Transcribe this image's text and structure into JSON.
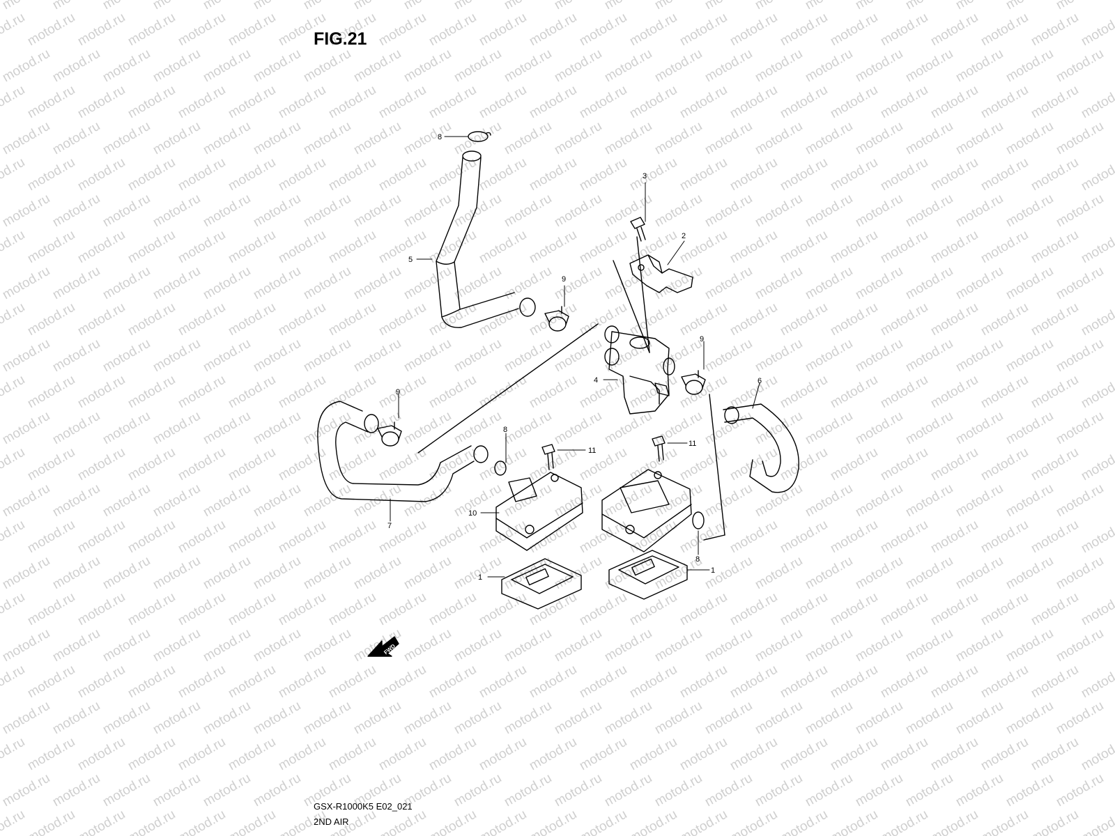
{
  "figure_title": "FIG.21",
  "model_code": "GSX-R1000K5 E02_021",
  "section_name": "2ND AIR",
  "watermark_text": "motod.ru",
  "fwd_label": "FWD",
  "callouts": {
    "c1a": "1",
    "c1b": "1",
    "c2": "2",
    "c3": "3",
    "c4": "4",
    "c5": "5",
    "c6": "6",
    "c7": "7",
    "c8a": "8",
    "c8b": "8",
    "c8c": "8",
    "c9a": "9",
    "c9b": "9",
    "c9c": "9",
    "c10": "10",
    "c11a": "11",
    "c11b": "11"
  },
  "colors": {
    "line": "#000000",
    "watermark": "#cfcfcf",
    "background": "#ffffff"
  }
}
